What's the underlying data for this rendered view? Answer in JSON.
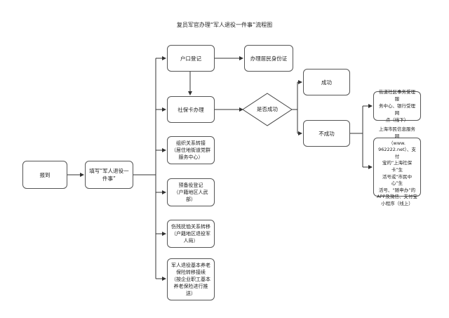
{
  "title": "复员军官办理“军人退役一件事”流程图",
  "nodes": {
    "baodao": "报到",
    "tianxie": "填写“军人退役一\n件事”",
    "hukou": "户口登记",
    "shenfenzheng": "办理居民身份证",
    "shebaoka": "社保卡办理",
    "shifou": "是否成功",
    "chenggong": "成功",
    "buchenggong": "不成功",
    "jiedao": "街道社区事务受理服\n务中心、银行受理网\n点（线下）",
    "shimin": "上海市民信息服务网\n（www.\n962222.net）、支付\n宝的“上海社保卡”生\n活号或“市民中心”生\n活号、“随申办”的\nAPP及微信、支付宝\n小程序（线上）",
    "zuzhi": "组织关系转接\n（居住地街道党群\n服务中心）",
    "yubeiyi": "预备役登记\n（户籍地区人武\n部）",
    "shangcan": "伤残抚恤关系转移\n（户籍地区退役军\n人局）",
    "yanglao": "军人退役基本养老\n保险转移接续\n（按企业职工基本\n养老保险进行推\n送）"
  }
}
